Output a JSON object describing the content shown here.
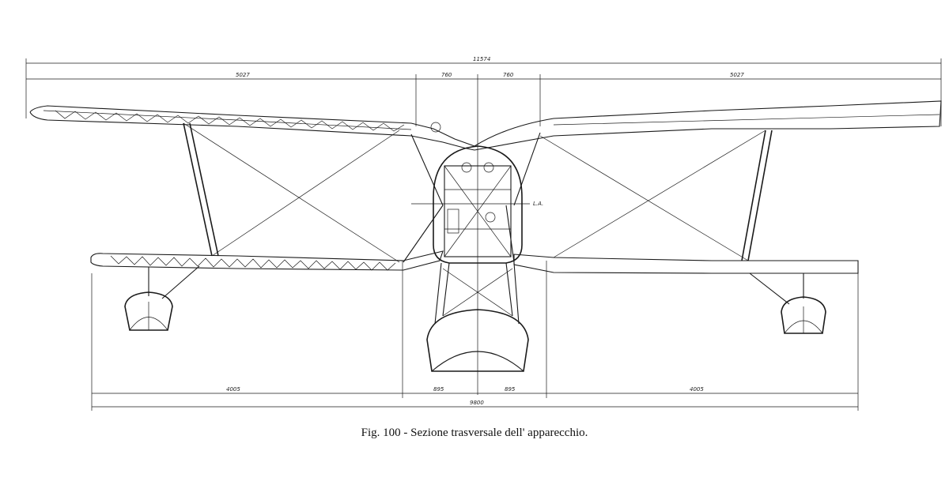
{
  "dimensions": {
    "overall_span": "11574",
    "upper_left_panel": "5027",
    "upper_center_left": "760",
    "upper_center_right": "760",
    "upper_right_panel": "5027",
    "lower_left_panel": "4005",
    "lower_center_left": "895",
    "lower_center_right": "895",
    "lower_right_panel": "4005",
    "lower_overall": "9800",
    "centerline_mark": "L.A."
  },
  "caption": "Fig. 100 - Sezione trasversale dell' apparecchio."
}
